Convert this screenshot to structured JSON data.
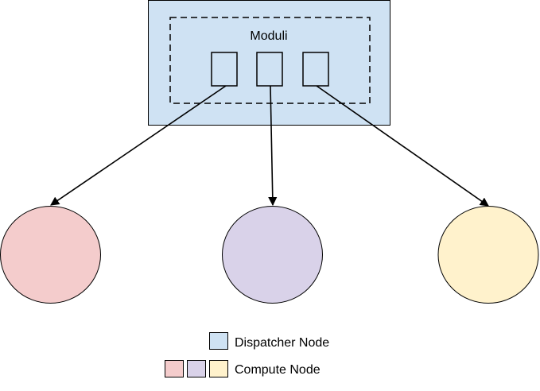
{
  "diagram": {
    "module_group_label": "Moduli",
    "module_count": 3
  },
  "legend": {
    "dispatcher_label": "Dispatcher Node",
    "compute_label": "Compute Node"
  },
  "colors": {
    "dispatcher_fill": "#cfe2f3",
    "compute_node_1": "#f4cccc",
    "compute_node_2": "#d9d2e9",
    "compute_node_3": "#fff2cc",
    "stroke": "#000000"
  }
}
